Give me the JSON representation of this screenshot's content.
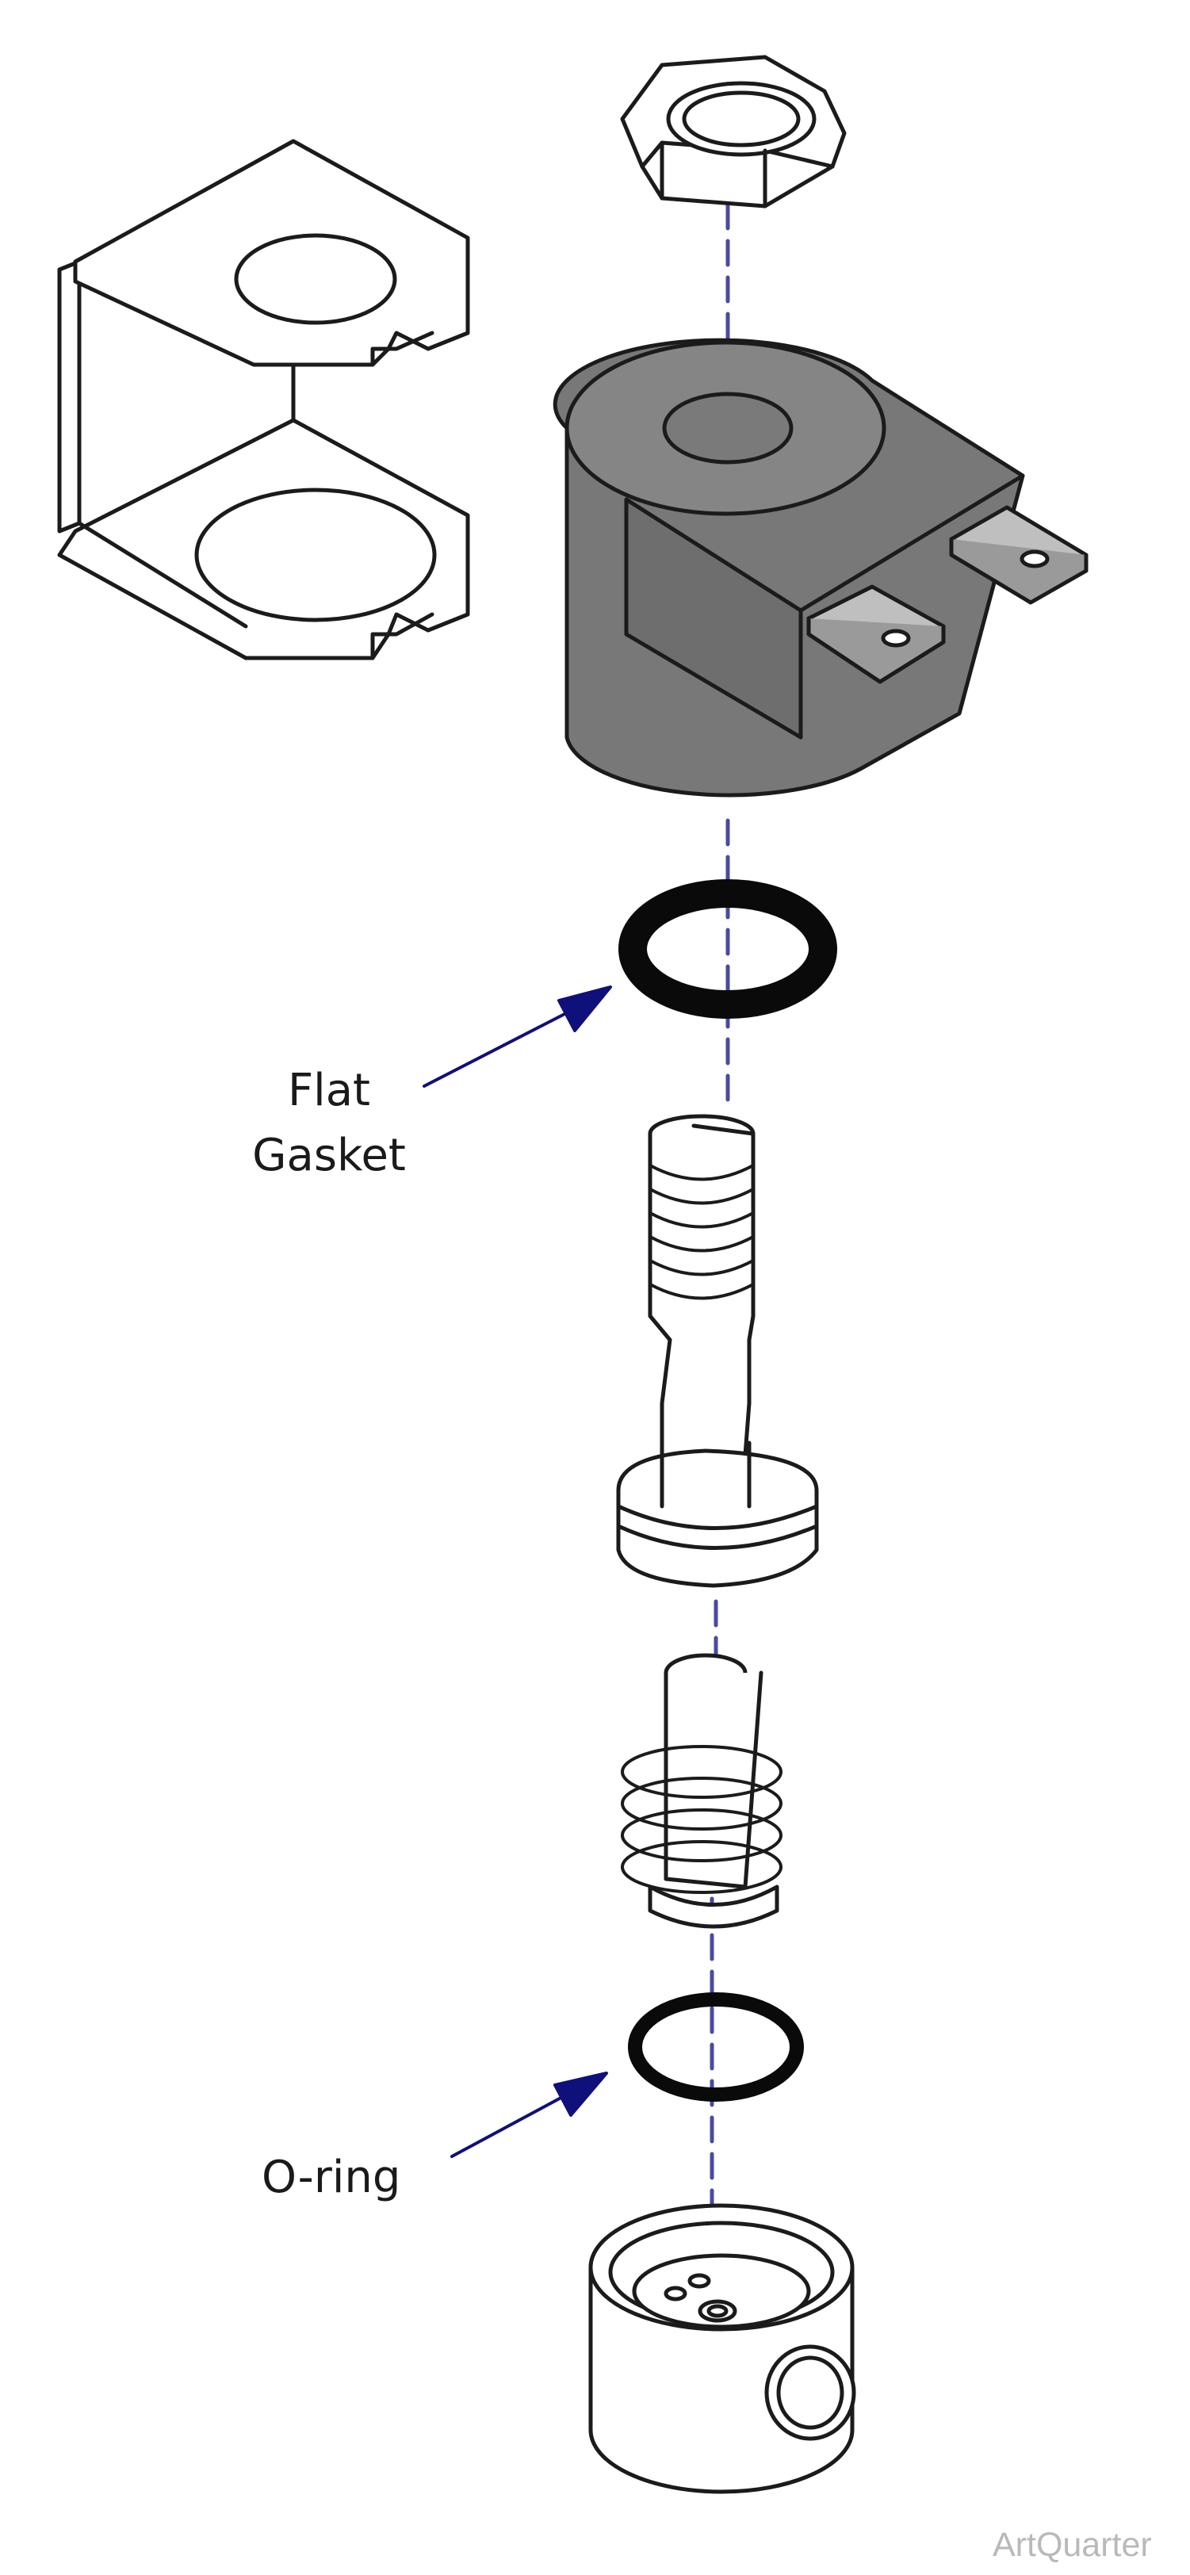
{
  "labels": {
    "flat_gasket_line1": "Flat",
    "flat_gasket_line2": "Gasket",
    "o_ring": "O-ring"
  },
  "watermark": "ArtQuarter",
  "colors": {
    "outline": "#1b1b1b",
    "coil_body": "#787878",
    "coil_shadow": "#6a6a6a",
    "axis_line": "#4a4aa0",
    "arrow": "#10107a",
    "gasket": "#0a0a0a",
    "watermark": "#b9b9b9"
  },
  "parts": [
    "nut",
    "mounting-bracket",
    "solenoid-coil",
    "flat-gasket",
    "armature-tube",
    "plunger-with-spring",
    "o-ring",
    "valve-body"
  ]
}
